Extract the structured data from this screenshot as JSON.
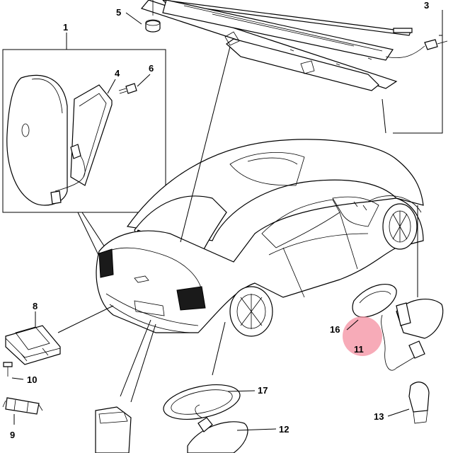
{
  "callouts": {
    "c1": "1",
    "c3": "3",
    "c4": "4",
    "c5": "5",
    "c6": "6",
    "c8": "8",
    "c9": "9",
    "c10": "10",
    "c11": "11",
    "c12": "12",
    "c13": "13",
    "c16": "16",
    "c17": "17"
  },
  "highlight_color": "#f48fa0"
}
